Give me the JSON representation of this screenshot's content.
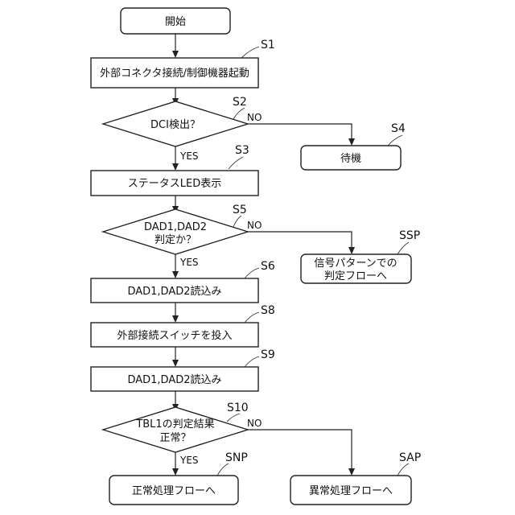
{
  "flowchart": {
    "start": "開始",
    "s1": {
      "label": "S1",
      "text": "外部コネクタ接続/制御機器起動"
    },
    "s2": {
      "label": "S2",
      "text": "DCI検出？",
      "no": "NO",
      "yes": "YES"
    },
    "s3": {
      "label": "S3",
      "text": "ステータスLED表示"
    },
    "s4": {
      "label": "S4",
      "text": "待機"
    },
    "s5": {
      "label": "S5",
      "text_line1": "DAD1,DAD2",
      "text_line2": "判定か？",
      "no": "NO",
      "yes": "YES"
    },
    "ssp": {
      "label": "SSP",
      "text_line1": "信号パターンでの",
      "text_line2": "判定フローへ"
    },
    "s6": {
      "label": "S6",
      "text": "DAD1,DAD2読込み"
    },
    "s8": {
      "label": "S8",
      "text": "外部接続スイッチを投入"
    },
    "s9": {
      "label": "S9",
      "text": "DAD1,DAD2読込み"
    },
    "s10": {
      "label": "S10",
      "text_line1": "TBL1の判定結果",
      "text_line2": "正常？",
      "no": "NO",
      "yes": "YES"
    },
    "snp": {
      "label": "SNP",
      "text": "正常処理フローへ"
    },
    "sap": {
      "label": "SAP",
      "text": "異常処理フローへ"
    }
  }
}
